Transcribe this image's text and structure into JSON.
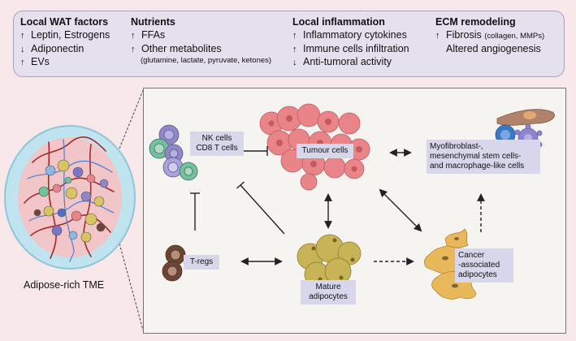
{
  "top_panel": {
    "columns": [
      {
        "heading": "Local WAT factors",
        "items": [
          {
            "arrow": "up",
            "text": "Leptin, Estrogens"
          },
          {
            "arrow": "down",
            "text": "Adiponectin"
          },
          {
            "arrow": "up",
            "text": "EVs"
          }
        ]
      },
      {
        "heading": "Nutrients",
        "items": [
          {
            "arrow": "up",
            "text": "FFAs"
          },
          {
            "arrow": "up",
            "text": "Other metabolites"
          }
        ],
        "note": "(glutamine, lactate, pyruvate, ketones)"
      },
      {
        "heading": "Local inflammation",
        "items": [
          {
            "arrow": "up",
            "text": "Inflammatory cytokines"
          },
          {
            "arrow": "up",
            "text": "Immune cells infiltration"
          },
          {
            "arrow": "down",
            "text": "Anti-tumoral activity"
          }
        ]
      },
      {
        "heading": "ECM remodeling",
        "items": [
          {
            "arrow": "up",
            "text": "Fibrosis",
            "small": "(collagen, MMPs)"
          },
          {
            "arrow": "none",
            "text": "Altered angiogenesis"
          }
        ]
      }
    ]
  },
  "left": {
    "caption": "Adipose-rich TME"
  },
  "nodes": {
    "immune": {
      "line1": "NK cells",
      "line2": "CD8 T cells"
    },
    "tumour": {
      "line1": "Tumour cells"
    },
    "myofib": {
      "line1": "Myofibroblast-,",
      "line2": "mesenchymal stem cells-",
      "line3": "and macrophage-like cells"
    },
    "tregs": {
      "line1": "T-regs"
    },
    "mature": {
      "line1": "Mature",
      "line2": "adipocytes"
    },
    "caa": {
      "line1": "Cancer",
      "line2": "-associated",
      "line3": "adipocytes"
    }
  },
  "arrow_glyphs": {
    "up": "↑",
    "down": "↓",
    "none": ""
  },
  "colors": {
    "background": "#f8e8ea",
    "top_box": "#e4e0ee",
    "label_box": "#d8d6ea",
    "tumour": "#e98489",
    "adipocyte": "#c9b357",
    "caa": "#e8b85a",
    "treg": "#6e4535",
    "nk_purple": "#8f86cc",
    "cd8_green": "#6fc39a"
  }
}
